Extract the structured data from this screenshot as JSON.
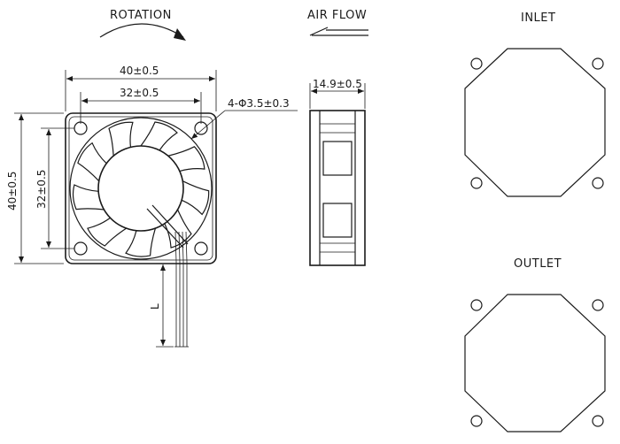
{
  "labels": {
    "rotation": "ROTATION",
    "air_flow": "AIR FLOW",
    "inlet": "INLET",
    "outlet": "OUTLET"
  },
  "dimensions": {
    "overall_width": "40±0.5",
    "hole_spacing_h": "32±0.5",
    "holes": "4-Φ3.5±0.3",
    "thickness": "14.9±0.5",
    "overall_height": "40±0.5",
    "hole_spacing_v": "32±0.5",
    "lead_length": "L"
  }
}
